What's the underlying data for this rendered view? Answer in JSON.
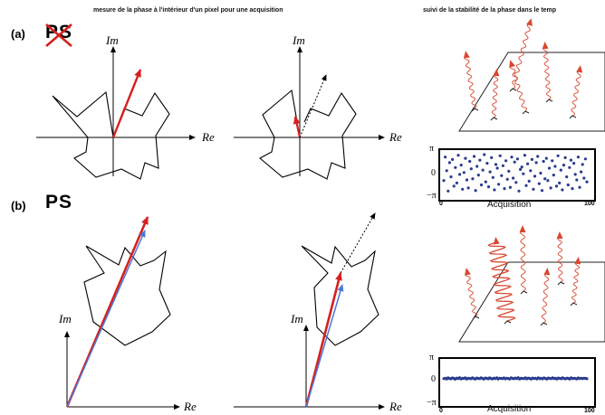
{
  "titles": {
    "left": "mesure de la phase à l'intérieur d'un pixel pour une acquisition",
    "right": "suivi de la stabilité de la phase dans le temp"
  },
  "panels": {
    "a": {
      "label": "(a)",
      "tag": "PS",
      "crossed": true
    },
    "b": {
      "label": "(b)",
      "tag": "PS",
      "crossed": false
    }
  },
  "axes": {
    "real": "Re",
    "imag": "Im"
  },
  "strips": {
    "y_ticks": [
      "π",
      "0",
      "−π"
    ],
    "x_title": "Acquisition",
    "x_min": "0",
    "x_max": "100"
  },
  "phase_series": {
    "a_unstable": [
      -1.2,
      2.6,
      0.4,
      -2.9,
      1.7,
      -0.6,
      2.2,
      -2.1,
      0.9,
      -1.6,
      2.9,
      -0.2,
      1.3,
      -2.6,
      0.1,
      2.4,
      -1.1,
      -2.4,
      1.9,
      0.7,
      -0.9,
      2.7,
      -2.8,
      1.1,
      -0.3,
      2.1,
      -1.9,
      0.5,
      3.0,
      -1.4,
      1.6,
      -2.2,
      0.2,
      2.5,
      -0.7,
      -2.7,
      1.4,
      0.8,
      -1.8,
      2.8,
      -0.4,
      1.2,
      -2.5,
      2.0,
      -1.0,
      0.3,
      -2.3,
      2.6,
      -0.8,
      1.8,
      -1.5,
      2.3,
      -2.9,
      0.6,
      1.0,
      -0.1,
      2.9,
      -2.0,
      1.5,
      -1.3,
      0.4,
      2.2,
      -2.6,
      -0.5,
      1.7,
      2.7,
      -1.7,
      0.0,
      -2.8,
      1.9,
      -0.9,
      2.4,
      -1.2,
      0.8,
      -2.4,
      2.0,
      -0.3,
      1.1,
      -2.1,
      2.8,
      -1.6,
      0.5,
      -2.7,
      1.3,
      2.5,
      -0.6,
      -1.9,
      0.9,
      2.1,
      -2.5,
      1.6,
      -0.2,
      -1.1,
      2.6,
      -2.3,
      0.2,
      1.4,
      -0.8,
      2.3,
      -1.4
    ],
    "b_stable": [
      0.35,
      0.42,
      0.28,
      0.5,
      0.38,
      0.31,
      0.47,
      0.4,
      0.25,
      0.44,
      0.36,
      0.52,
      0.3,
      0.41,
      0.37,
      0.48,
      0.27,
      0.43,
      0.39,
      0.33,
      0.49,
      0.36,
      0.29,
      0.45,
      0.4,
      0.34,
      0.51,
      0.37,
      0.26,
      0.46,
      0.41,
      0.32,
      0.48,
      0.38,
      0.3,
      0.44,
      0.36,
      0.5,
      0.28,
      0.42,
      0.39,
      0.35,
      0.47,
      0.31,
      0.43,
      0.37,
      0.27,
      0.49,
      0.4,
      0.33,
      0.45,
      0.36,
      0.52,
      0.29,
      0.41,
      0.38,
      0.34,
      0.48,
      0.31,
      0.44,
      0.39,
      0.26,
      0.46,
      0.37,
      0.43,
      0.3,
      0.5,
      0.35,
      0.41,
      0.32,
      0.47,
      0.38,
      0.28,
      0.45,
      0.4,
      0.34,
      0.49,
      0.36,
      0.42,
      0.29,
      0.46,
      0.39,
      0.33,
      0.51,
      0.37,
      0.31,
      0.44,
      0.4,
      0.27,
      0.48,
      0.35,
      0.42,
      0.38,
      0.3,
      0.47,
      0.36,
      0.43,
      0.34,
      0.41,
      0.39,
      0.33
    ]
  },
  "colors": {
    "red": "#d62020",
    "blue": "#4a78d8",
    "dots": "#2b3d8f",
    "wave": "#d9472f"
  },
  "icons": [
    "cross-out-mark",
    "wave-arrow"
  ]
}
